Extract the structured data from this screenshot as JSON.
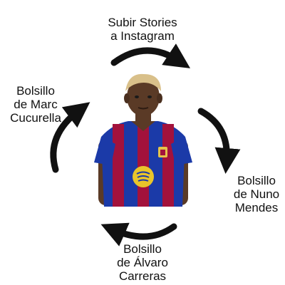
{
  "labels": {
    "top": "Subir Stories\na Instagram",
    "left": "Bolsillo\nde Marc\nCucurella",
    "right": "Bolsillo\nde Nuno\nMendes",
    "bottom": "Bolsillo\nde Álvaro\nCarreras"
  },
  "colors": {
    "arrow": "#111111",
    "shirt_blue": "#1b3aa8",
    "shirt_garnet": "#a3123c",
    "hair": "#d9c08a",
    "skin": "#5a3a26"
  },
  "icons": {
    "center": "player-photo",
    "arrows": "curved-arrow-icon"
  }
}
